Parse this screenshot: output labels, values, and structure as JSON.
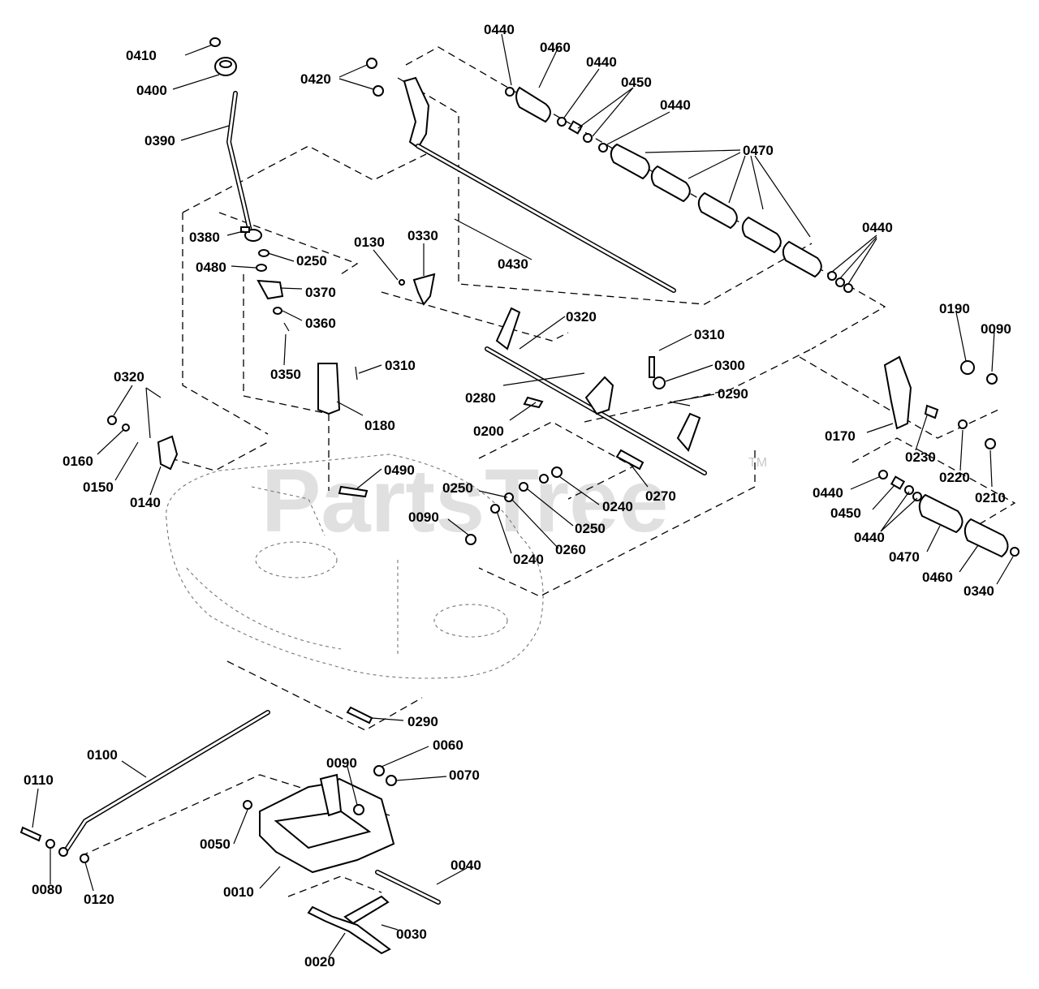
{
  "watermark": {
    "text": "PartsTree",
    "trademark": "TM"
  },
  "callouts": [
    "0410",
    "0400",
    "0390",
    "0420",
    "0440",
    "0460",
    "0440",
    "0450",
    "0440",
    "0470",
    "0440",
    "0380",
    "0480",
    "0250",
    "0370",
    "0360",
    "0350",
    "0130",
    "0330",
    "0430",
    "0320",
    "0310",
    "0300",
    "0290",
    "0280",
    "0200",
    "0180",
    "0310",
    "0170",
    "0190",
    "0090",
    "0230",
    "0220",
    "0210",
    "0320",
    "0160",
    "0150",
    "0140",
    "0490",
    "0250",
    "0240",
    "0250",
    "0260",
    "0240",
    "0090",
    "0270",
    "0440",
    "0450",
    "0440",
    "0470",
    "0460",
    "0340",
    "0290",
    "0100",
    "0110",
    "0080",
    "0120",
    "0060",
    "0090",
    "0070",
    "0050",
    "0010",
    "0040",
    "0030",
    "0020"
  ]
}
